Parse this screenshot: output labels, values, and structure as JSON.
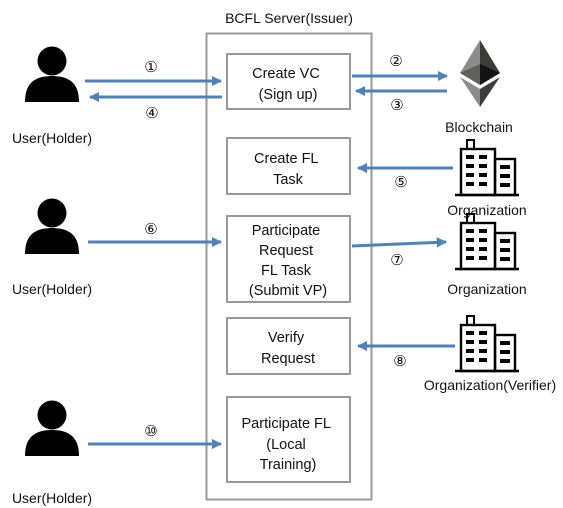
{
  "server": {
    "title": "BCFL Server(Issuer)"
  },
  "boxes": {
    "create_vc": [
      "Create VC",
      "(Sign up)"
    ],
    "create_task": [
      "Create FL",
      "Task"
    ],
    "participate_request": [
      "Participate",
      "Request",
      "FL Task",
      "(Submit VP)"
    ],
    "verify_request": [
      "Verify",
      "Request"
    ],
    "participate_fl": [
      "Participate FL",
      "(Local",
      "Training)"
    ]
  },
  "actors": {
    "user_1": "User(Holder)",
    "user_2": "User(Holder)",
    "user_3": "User(Holder)",
    "blockchain": "Blockchain",
    "org_1": "Organization",
    "org_2": "Organization",
    "org_verifier": "Organization(Verifier)"
  },
  "steps": {
    "s1": "①",
    "s2": "②",
    "s3": "③",
    "s4": "④",
    "s5": "⑤",
    "s6": "⑥",
    "s7": "⑦",
    "s8": "⑧",
    "s10": "⑩"
  },
  "colors": {
    "arrow": "#4f81bd",
    "box_border": "#999999",
    "icon": "#000000",
    "eth_light": "#8c8c8c",
    "eth_mid": "#3c3c3b",
    "eth_dark": "#141414"
  },
  "icons": {
    "user": "person-silhouette-icon",
    "blockchain": "ethereum-icon",
    "organization": "office-building-icon"
  }
}
